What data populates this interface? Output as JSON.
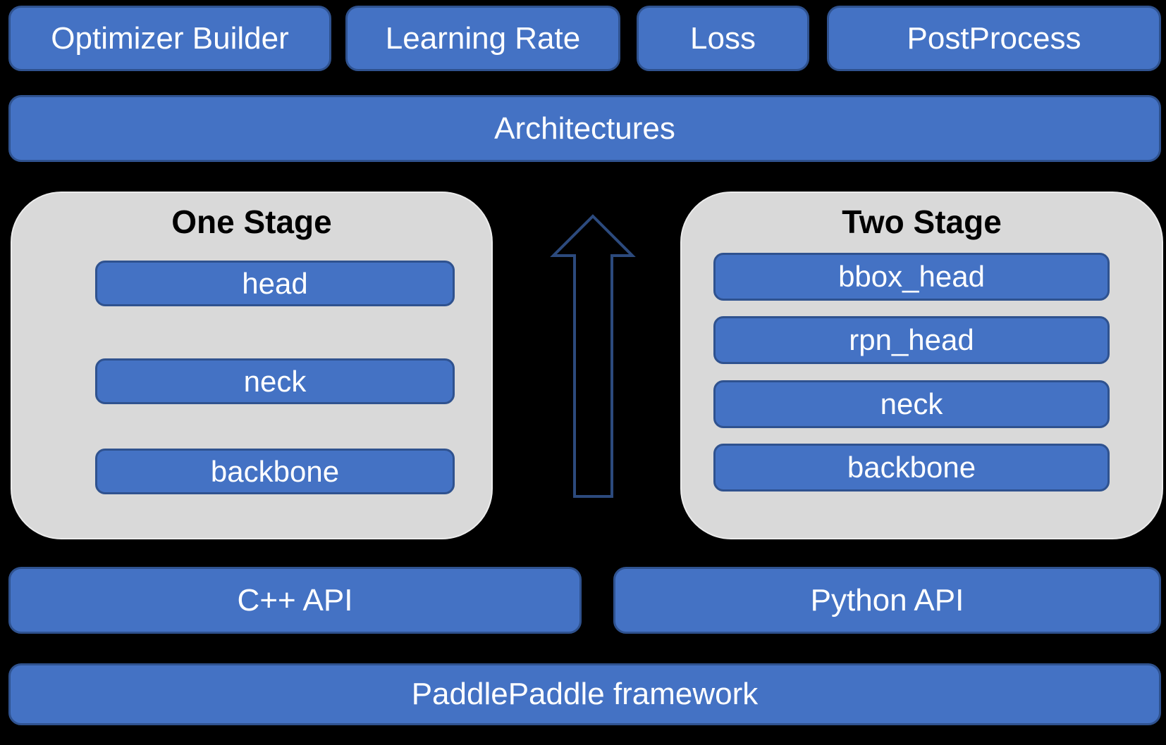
{
  "colors": {
    "background": "#000000",
    "box_fill": "#4472C4",
    "box_border": "#2F528F",
    "panel_fill": "#D9D9D9",
    "arrow_stroke": "#2C4A7D",
    "text_on_blue": "#FFFFFF",
    "text_on_gray": "#000000"
  },
  "top_row": {
    "optimizer_builder": "Optimizer Builder",
    "learning_rate": "Learning Rate",
    "loss": "Loss",
    "postprocess": "PostProcess"
  },
  "architectures_label": "Architectures",
  "one_stage": {
    "title": "One Stage",
    "layers": [
      "head",
      "neck",
      "backbone"
    ]
  },
  "two_stage": {
    "title": "Two Stage",
    "layers": [
      "bbox_head",
      "rpn_head",
      "neck",
      "backbone"
    ]
  },
  "api_row": {
    "cpp": "C++ API",
    "python": "Python API"
  },
  "framework_label": "PaddlePaddle framework"
}
